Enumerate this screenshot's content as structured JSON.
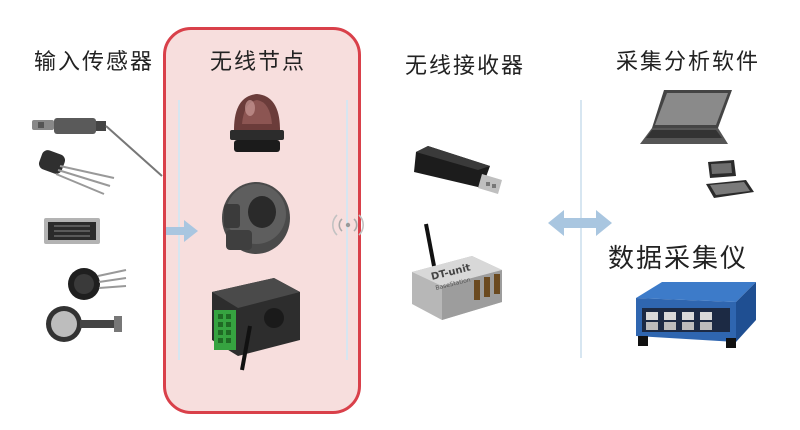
{
  "columns": {
    "sensors": "输入传感器",
    "nodes": "无线节点",
    "receiver": "无线接收器",
    "software": "采集分析软件",
    "daq": "数据采集仪"
  },
  "basestation": {
    "brand": "DT-unit",
    "model": "BaseStation"
  },
  "colors": {
    "highlight_border": "#d9404a",
    "highlight_fill": "#f7dedd",
    "arrow": "#a9c6e0",
    "divider": "#d7e6f1"
  },
  "icons": {
    "sensor_1": "temperature-probe-icon",
    "sensor_2": "thermistor-icon",
    "sensor_3": "strain-gauge-icon",
    "sensor_4": "pressure-sensor-icon",
    "sensor_5": "force-sensor-icon",
    "node_1": "beacon-node-icon",
    "node_2": "clamp-node-icon",
    "node_3": "terminal-node-icon",
    "signal": "wireless-signal-icon",
    "usb": "usb-receiver-icon",
    "base": "base-station-icon",
    "laptop": "laptop-icon",
    "tablet": "tablet-icon",
    "daq": "daq-device-icon"
  }
}
